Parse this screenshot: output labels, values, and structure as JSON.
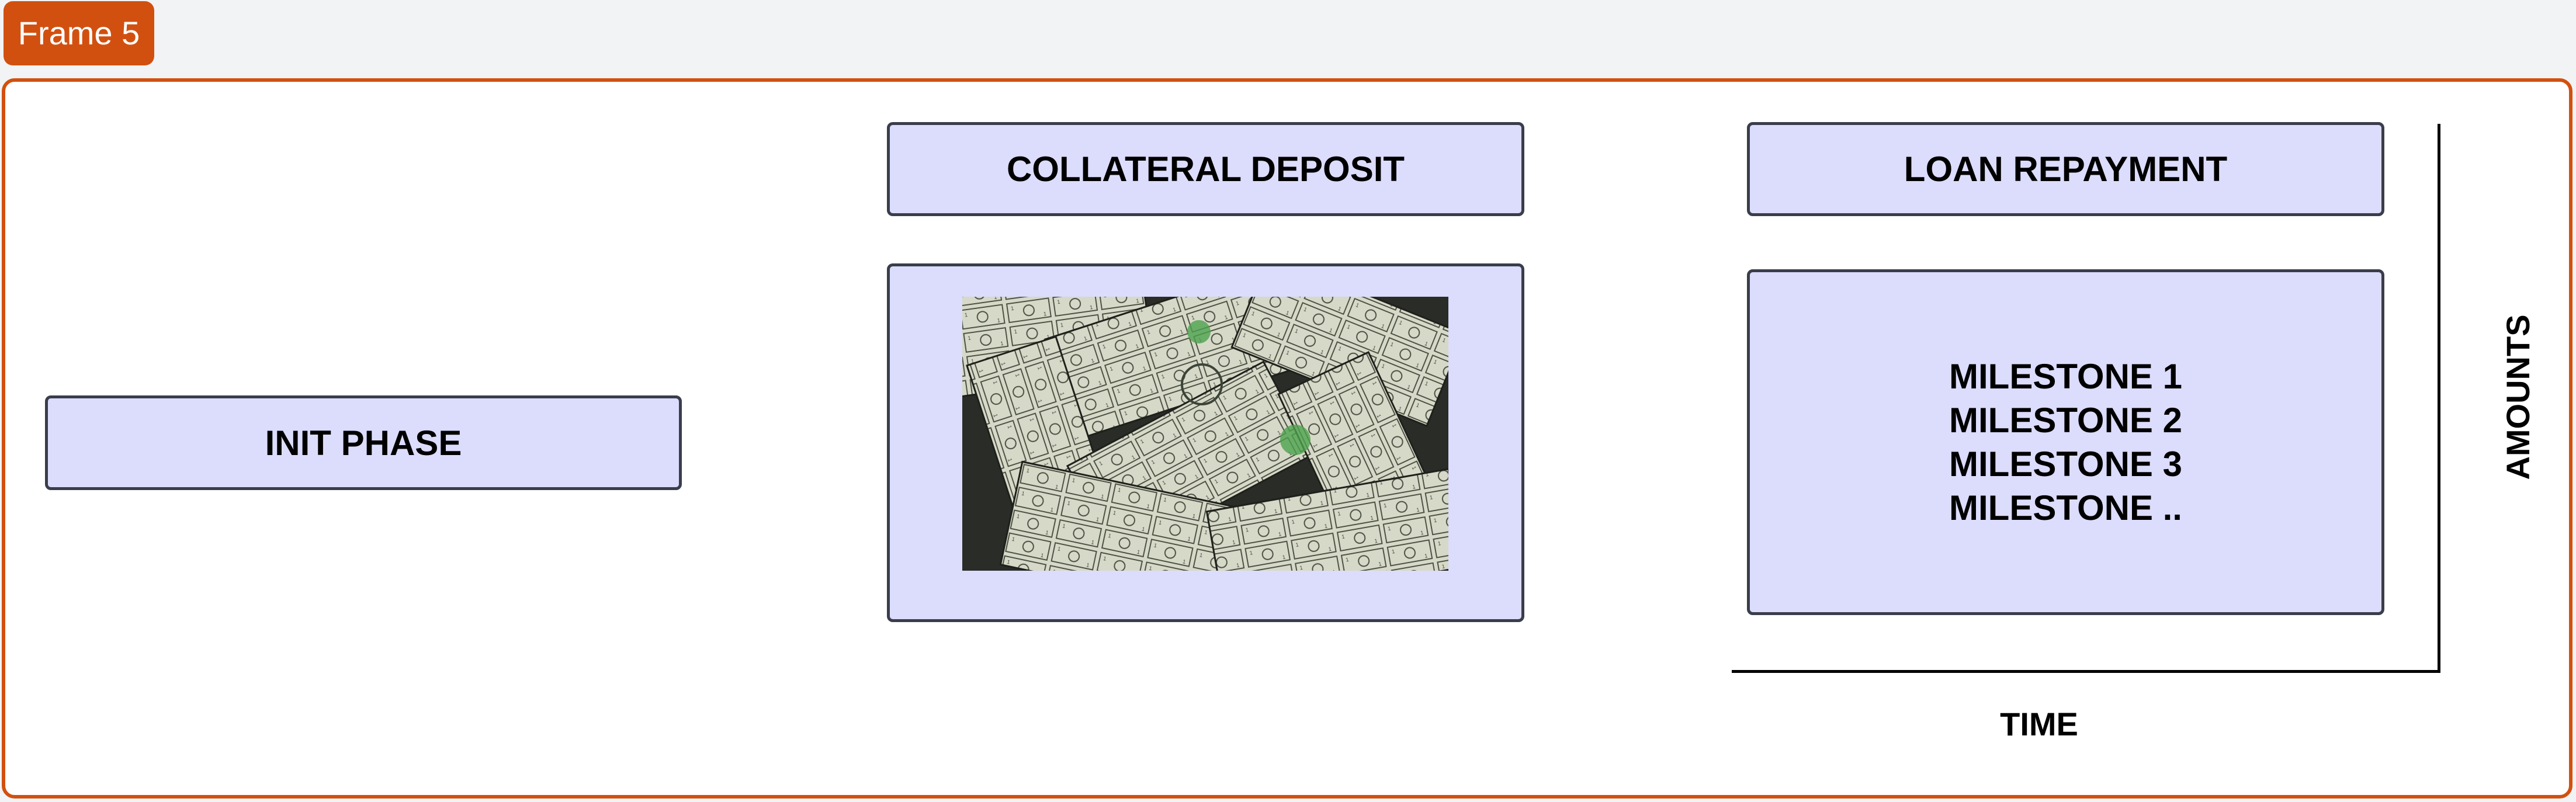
{
  "frame": {
    "tag_label": "Frame 5",
    "accent_color": "#d2500f"
  },
  "boxes": {
    "init_phase": "INIT PHASE",
    "collateral_deposit": "COLLATERAL DEPOSIT",
    "loan_repayment": "LOAN REPAYMENT"
  },
  "milestones": [
    "MILESTONE 1",
    "MILESTONE 2",
    "MILESTONE 3",
    "MILESTONE .."
  ],
  "axes": {
    "x_label": "TIME",
    "y_label": "AMOUNTS"
  },
  "image": {
    "subject": "dollar-bills-photo"
  },
  "colors": {
    "box_fill": "#dcdcfc",
    "box_border": "#3a3d4a"
  }
}
